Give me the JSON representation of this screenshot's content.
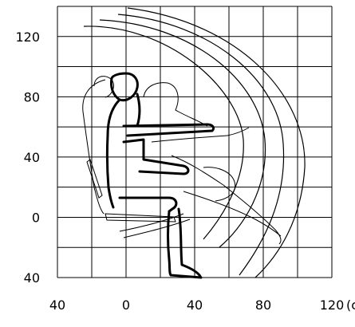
{
  "chart_data": {
    "type": "diagram",
    "unit_label": "(cm)",
    "x_ticks": [
      "40",
      "0",
      "40",
      "80",
      "120"
    ],
    "y_ticks": [
      "120",
      "80",
      "40",
      "0",
      "40"
    ],
    "grid": true,
    "x_range_cm": [
      -40,
      120
    ],
    "y_range_cm": [
      -40,
      140
    ],
    "grid_step_cm": 20
  }
}
